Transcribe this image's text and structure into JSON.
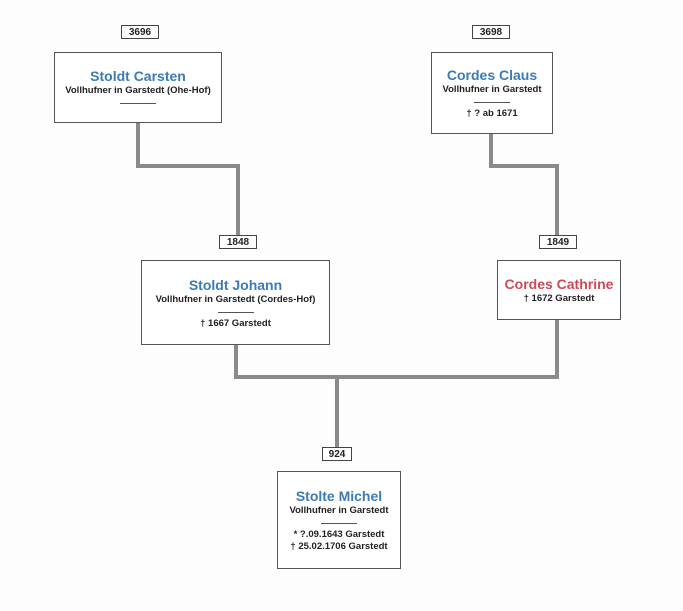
{
  "persons": [
    {
      "id": "p3696",
      "number": "3696",
      "name": "Stoldt Carsten",
      "gender": "m",
      "occupation": "Vollhufner in Garstedt (Ohe-Hof)",
      "life": []
    },
    {
      "id": "p3698",
      "number": "3698",
      "name": "Cordes Claus",
      "gender": "m",
      "occupation": "Vollhufner in Garstedt",
      "life": [
        "† ? ab 1671"
      ]
    },
    {
      "id": "p1848",
      "number": "1848",
      "name": "Stoldt Johann",
      "gender": "m",
      "occupation": "Vollhufner in Garstedt (Cordes-Hof)",
      "life": [
        "† 1667 Garstedt"
      ]
    },
    {
      "id": "p1849",
      "number": "1849",
      "name": "Cordes Cathrine",
      "gender": "f",
      "occupation": "",
      "life": [
        "† 1672 Garstedt"
      ]
    },
    {
      "id": "p924",
      "number": "924",
      "name": "Stolte Michel",
      "gender": "m",
      "occupation": "Vollhufner in Garstedt",
      "life": [
        "* ?.09.1643 Garstedt",
        "† 25.02.1706 Garstedt"
      ]
    }
  ],
  "colors": {
    "male_name": "#3c7bb5",
    "female_name": "#cf4a55",
    "connector": "#8a8a8a",
    "card_border": "#555555"
  }
}
